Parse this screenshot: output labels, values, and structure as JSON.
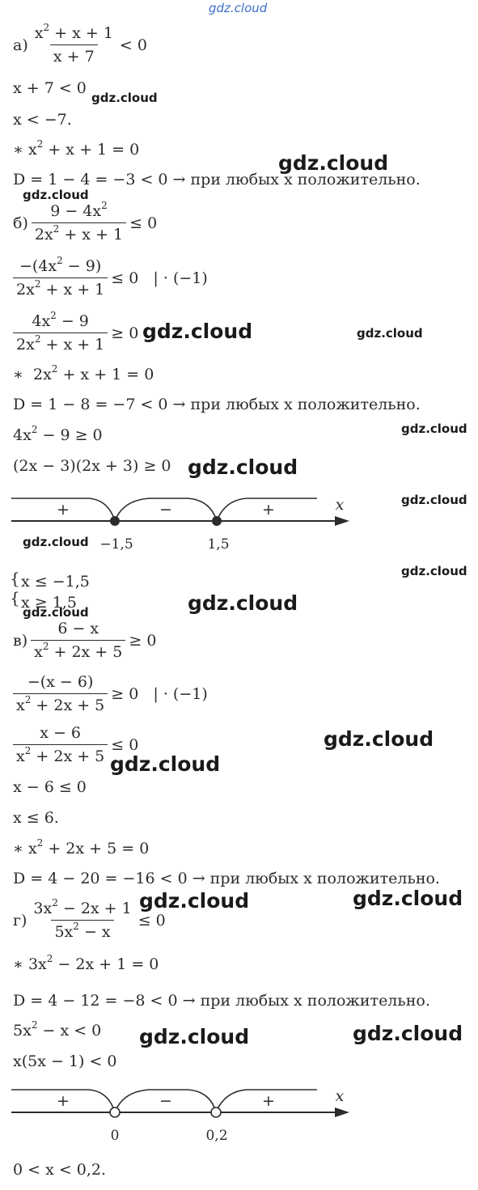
{
  "watermark": "gdz.cloud",
  "a": {
    "label": "а)",
    "num": [
      "x",
      "2",
      " + x + 1"
    ],
    "den": "x + 7",
    "rel": "< 0",
    "l1": "x + 7 < 0",
    "l2": "x < −7.",
    "l3": [
      "∗ x",
      "2",
      " + x + 1 = 0"
    ],
    "l4": "D = 1 − 4 = −3 < 0 → при любых x положительно."
  },
  "b": {
    "label": "б)",
    "num": [
      "9 − 4x",
      "2"
    ],
    "den": [
      "2x",
      "2",
      " + x + 1"
    ],
    "rel": "≤ 0",
    "f2num": [
      "−(4x",
      "2",
      " − 9)"
    ],
    "f2den": [
      "2x",
      "2",
      " + x + 1"
    ],
    "f2rel": "≤ 0   | · (−1)",
    "f3num": [
      "4x",
      "2",
      " − 9"
    ],
    "f3den": [
      "2x",
      "2",
      " + x + 1"
    ],
    "f3rel": "≥ 0",
    "l1": [
      "∗  2x",
      "2",
      " + x + 1 = 0"
    ],
    "l2": "D = 1 − 8 = −7 < 0 → при любых x положительно.",
    "l3": [
      "4x",
      "2",
      " − 9 ≥ 0"
    ],
    "l4": "(2x − 3)(2x + 3) ≥ 0",
    "axis": {
      "var": "x",
      "signs": [
        "+",
        "−",
        "+"
      ],
      "ticks": [
        "−1,5",
        "1,5"
      ]
    },
    "sys1": "x ≤ −1,5",
    "sys2": "x ≥ 1,5"
  },
  "c": {
    "label": "в)",
    "num": "6 − x",
    "den": [
      "x",
      "2",
      " + 2x + 5"
    ],
    "rel": "≥ 0",
    "f2num": "−(x − 6)",
    "f2den": [
      "x",
      "2",
      " + 2x + 5"
    ],
    "f2rel": "≥ 0   | · (−1)",
    "f3num": "x − 6",
    "f3den": [
      "x",
      "2",
      " + 2x + 5"
    ],
    "f3rel": "≤ 0",
    "l1": "x − 6 ≤ 0",
    "l2": "x ≤ 6.",
    "l3": [
      "∗ x",
      "2",
      " + 2x + 5 = 0"
    ],
    "l4": "D = 4 − 20 = −16 < 0 → при любых x положительно."
  },
  "d": {
    "label": "г)",
    "num": [
      "3x",
      "2",
      " − 2x + 1"
    ],
    "den": [
      "5x",
      "2",
      " − x"
    ],
    "rel": "≤ 0",
    "l1": [
      "∗ 3x",
      "2",
      " − 2x + 1 = 0"
    ],
    "l2": "D = 4 − 12 = −8 < 0 → при любых x положительно.",
    "l3": [
      "5x",
      "2",
      " − x < 0"
    ],
    "l4": "x(5x − 1) < 0",
    "axis": {
      "var": "x",
      "signs": [
        "+",
        "−",
        "+"
      ],
      "ticks": [
        "0",
        "0,2"
      ]
    },
    "l5": "0 < x < 0,2."
  }
}
